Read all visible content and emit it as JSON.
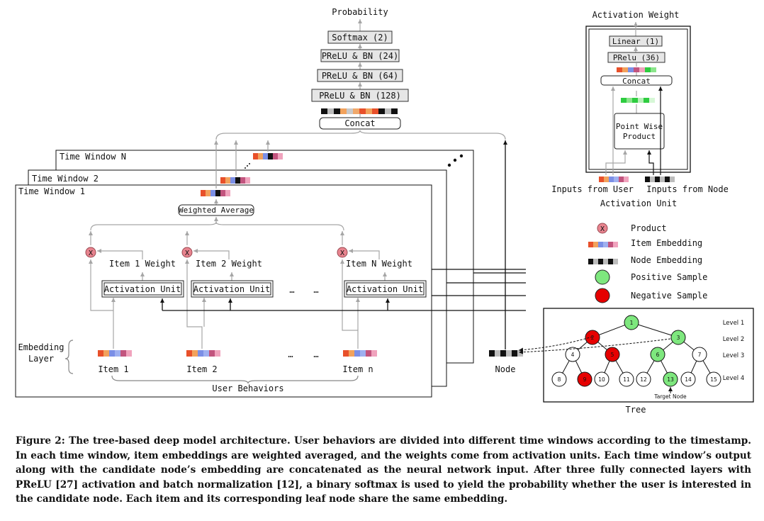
{
  "top": {
    "output_label": "Probability",
    "layers": [
      "Softmax (2)",
      "PReLU & BN (24)",
      "PReLU & BN (64)",
      "PReLU & BN (128)"
    ],
    "concat": "Concat"
  },
  "windows": {
    "window_n": "Time Window N",
    "window_2": "Time Window 2",
    "window_1": "Time Window 1",
    "weighted_average": "Weighted Average",
    "items": [
      {
        "weight": "Item 1 Weight",
        "unit": "Activation Unit",
        "label": "Item 1"
      },
      {
        "weight": "Item 2 Weight",
        "unit": "Activation Unit",
        "label": "Item 2"
      },
      {
        "weight": "Item N Weight",
        "unit": "Activation Unit",
        "label": "Item n"
      }
    ],
    "ellipsis": "…",
    "embedding_layer": [
      "Embedding",
      "Layer"
    ],
    "user_behaviors": "User Behaviors",
    "node_label": "Node"
  },
  "activation_unit": {
    "title": "Activation Weight",
    "linear": "Linear (1)",
    "prelu": "PRelu (36)",
    "concat": "Concat",
    "product": [
      "Point Wise",
      "Product"
    ],
    "inputs_user": "Inputs from User",
    "inputs_node": "Inputs from Node",
    "caption": "Activation Unit"
  },
  "legend": {
    "product_symbol": "X",
    "product": "Product",
    "item_embedding": "Item Embedding",
    "node_embedding": "Node Embedding",
    "positive": "Positive Sample",
    "negative": "Negative Sample"
  },
  "tree": {
    "nodes": [
      "1",
      "2",
      "3",
      "4",
      "5",
      "6",
      "7",
      "8",
      "9",
      "10",
      "11",
      "12",
      "13",
      "14",
      "15"
    ],
    "levels": [
      "Level 1",
      "Level 2",
      "Level 3",
      "Level 4"
    ],
    "target": "Target Node",
    "caption": "Tree"
  },
  "colors": {
    "positive": "#7ee77e",
    "negative": "#e60000",
    "product_circle": "#e8848f",
    "layer_fill": "#e6e6e6",
    "arrow_gray": "#a6a6a6"
  },
  "caption": "Figure 2: The tree-based deep model architecture. User behaviors are divided into different time windows according to the timestamp. In each time window, item embeddings are weighted averaged, and the weights come from activation units. Each time window’s output along with the candidate node’s embedding are concatenated as the neural network input. After three fully connected layers with PReLU [27] activation and batch normalization [12], a binary softmax is used to yield the probability whether the user is interested in the candidate node. Each item and its corresponding leaf node share the same embedding."
}
